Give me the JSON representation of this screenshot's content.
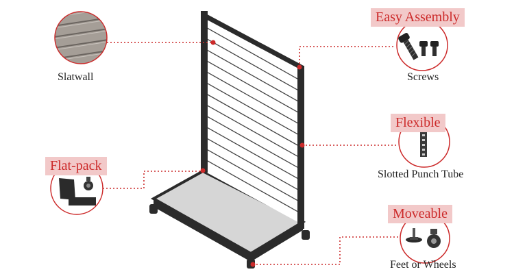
{
  "callouts": {
    "slatwall": {
      "caption": "Slatwall"
    },
    "screws": {
      "badge": "Easy Assembly",
      "caption": "Screws",
      "icon": "screws-icon"
    },
    "tube": {
      "badge": "Flexible",
      "caption": "Slotted Punch Tube",
      "icon": "slotted-punch-tube-icon"
    },
    "flatpack": {
      "badge": "Flat-pack",
      "icon": "flat-pack-parts-icon"
    },
    "wheels": {
      "badge": "Moveable",
      "caption": "Feet or Wheels",
      "icon": "feet-and-wheel-icon"
    }
  },
  "colors": {
    "accent": "#cc2a2a",
    "badge_bg": "#f2c9c9",
    "frame": "#2b2b2b",
    "base": "#d6d6d6"
  }
}
